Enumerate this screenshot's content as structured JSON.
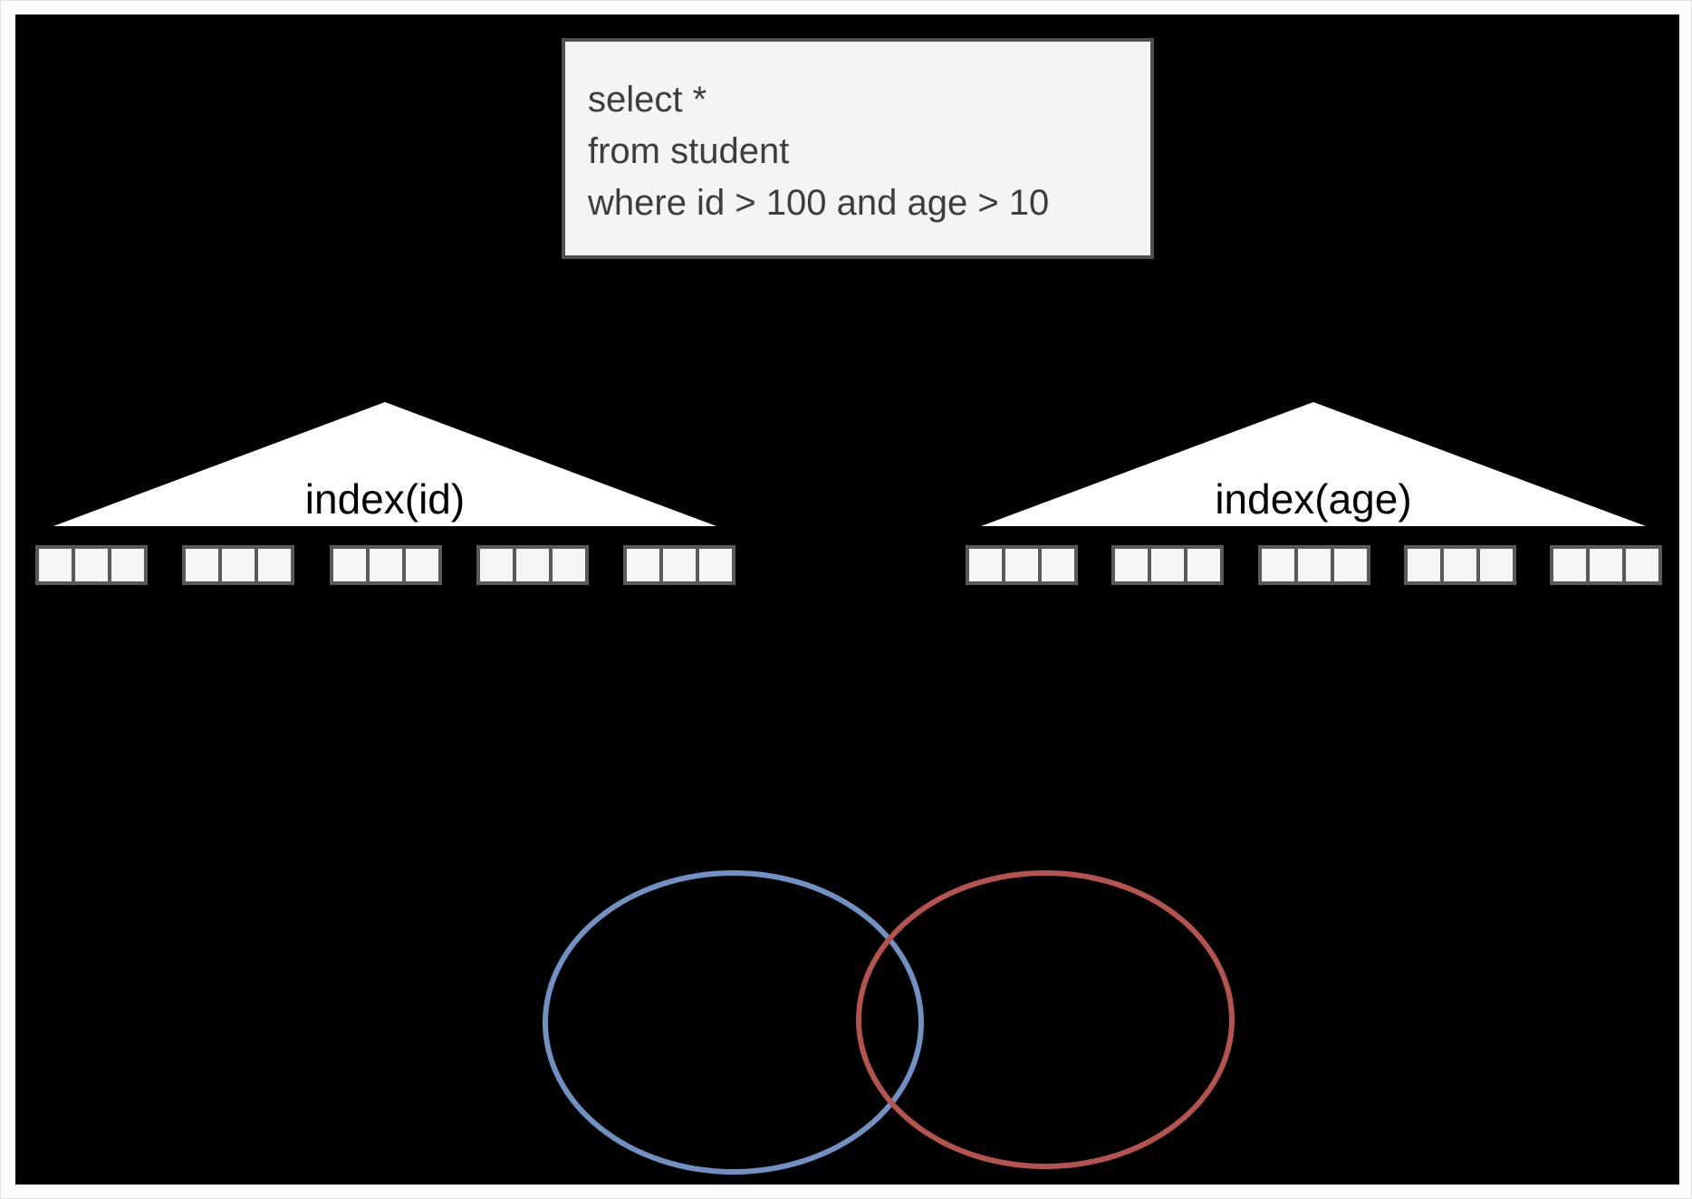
{
  "query_box": {
    "lines": [
      "select *",
      "from student",
      "where id > 100 and age > 10"
    ]
  },
  "index_left": {
    "label": "index(id)",
    "leaf_groups": 5,
    "cells_per_group": 3
  },
  "index_right": {
    "label": "index(age)",
    "leaf_groups": 5,
    "cells_per_group": 3
  },
  "venn": {
    "left_circle_color": "#7191c4",
    "right_circle_color": "#b5544f"
  },
  "colors": {
    "frame_bg": "#fcfcfc",
    "canvas_bg": "#000000",
    "box_fill": "#f4f4f4",
    "box_border": "#505050",
    "sql_text": "#3d3d3d",
    "triangle_fill": "#ffffff",
    "label_text": "#000000",
    "leaf_fill": "#f6f6f6",
    "leaf_border": "#595959"
  }
}
